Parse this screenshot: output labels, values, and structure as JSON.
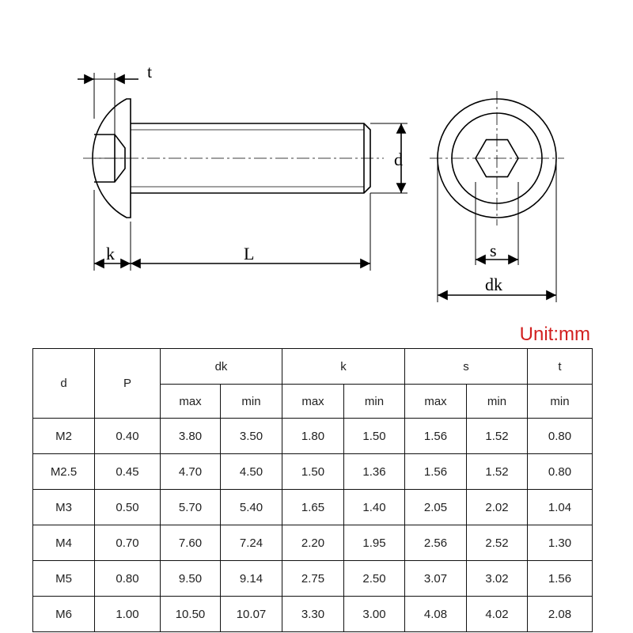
{
  "unit_label": "Unit:mm",
  "drawing": {
    "labels": {
      "t": "t",
      "k": "k",
      "L": "L",
      "d": "d",
      "s": "s",
      "dk": "dk"
    }
  },
  "table": {
    "headers": {
      "d": "d",
      "P": "P",
      "dk": "dk",
      "k": "k",
      "s": "s",
      "t": "t",
      "dk_max": "max",
      "dk_min": "min",
      "k_max": "max",
      "k_min": "min",
      "s_max": "max",
      "s_min": "min",
      "t_min": "min"
    },
    "rows": [
      [
        "M2",
        "0.40",
        "3.80",
        "3.50",
        "1.80",
        "1.50",
        "1.56",
        "1.52",
        "0.80"
      ],
      [
        "M2.5",
        "0.45",
        "4.70",
        "4.50",
        "1.50",
        "1.36",
        "1.56",
        "1.52",
        "0.80"
      ],
      [
        "M3",
        "0.50",
        "5.70",
        "5.40",
        "1.65",
        "1.40",
        "2.05",
        "2.02",
        "1.04"
      ],
      [
        "M4",
        "0.70",
        "7.60",
        "7.24",
        "2.20",
        "1.95",
        "2.56",
        "2.52",
        "1.30"
      ],
      [
        "M5",
        "0.80",
        "9.50",
        "9.14",
        "2.75",
        "2.50",
        "3.07",
        "3.02",
        "1.56"
      ],
      [
        "M6",
        "1.00",
        "10.50",
        "10.07",
        "3.30",
        "3.00",
        "4.08",
        "4.02",
        "2.08"
      ]
    ]
  }
}
